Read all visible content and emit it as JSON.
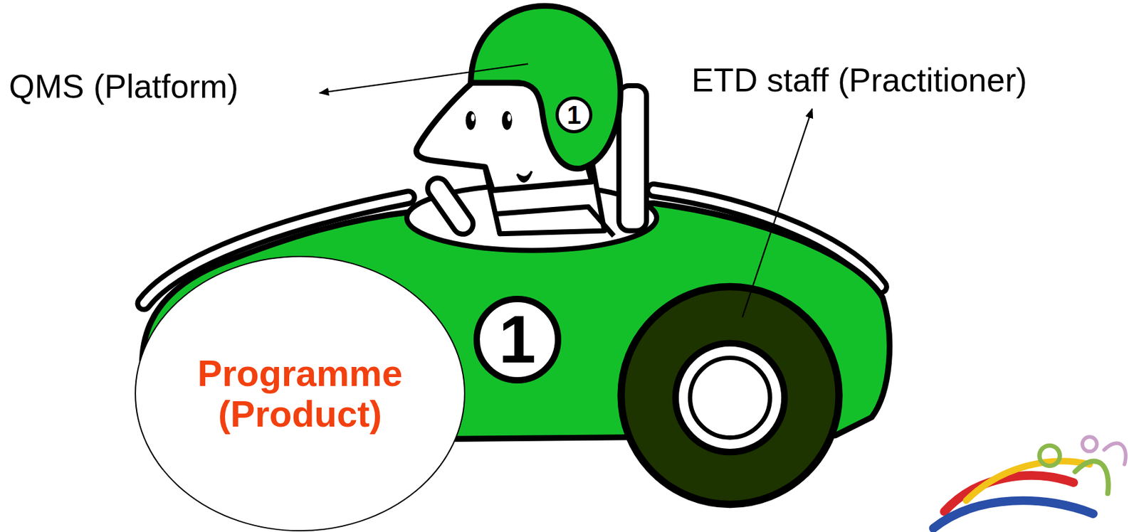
{
  "diagram": {
    "nodes": [
      {
        "text": [
          "1"
        ]
      },
      {
        "text": [
          "Programme (Product)"
        ]
      },
      {
        "text": [
          "1"
        ]
      }
    ],
    "labels": [
      "QMS (Platform)",
      "ETD staff (Practitioner)"
    ]
  }
}
